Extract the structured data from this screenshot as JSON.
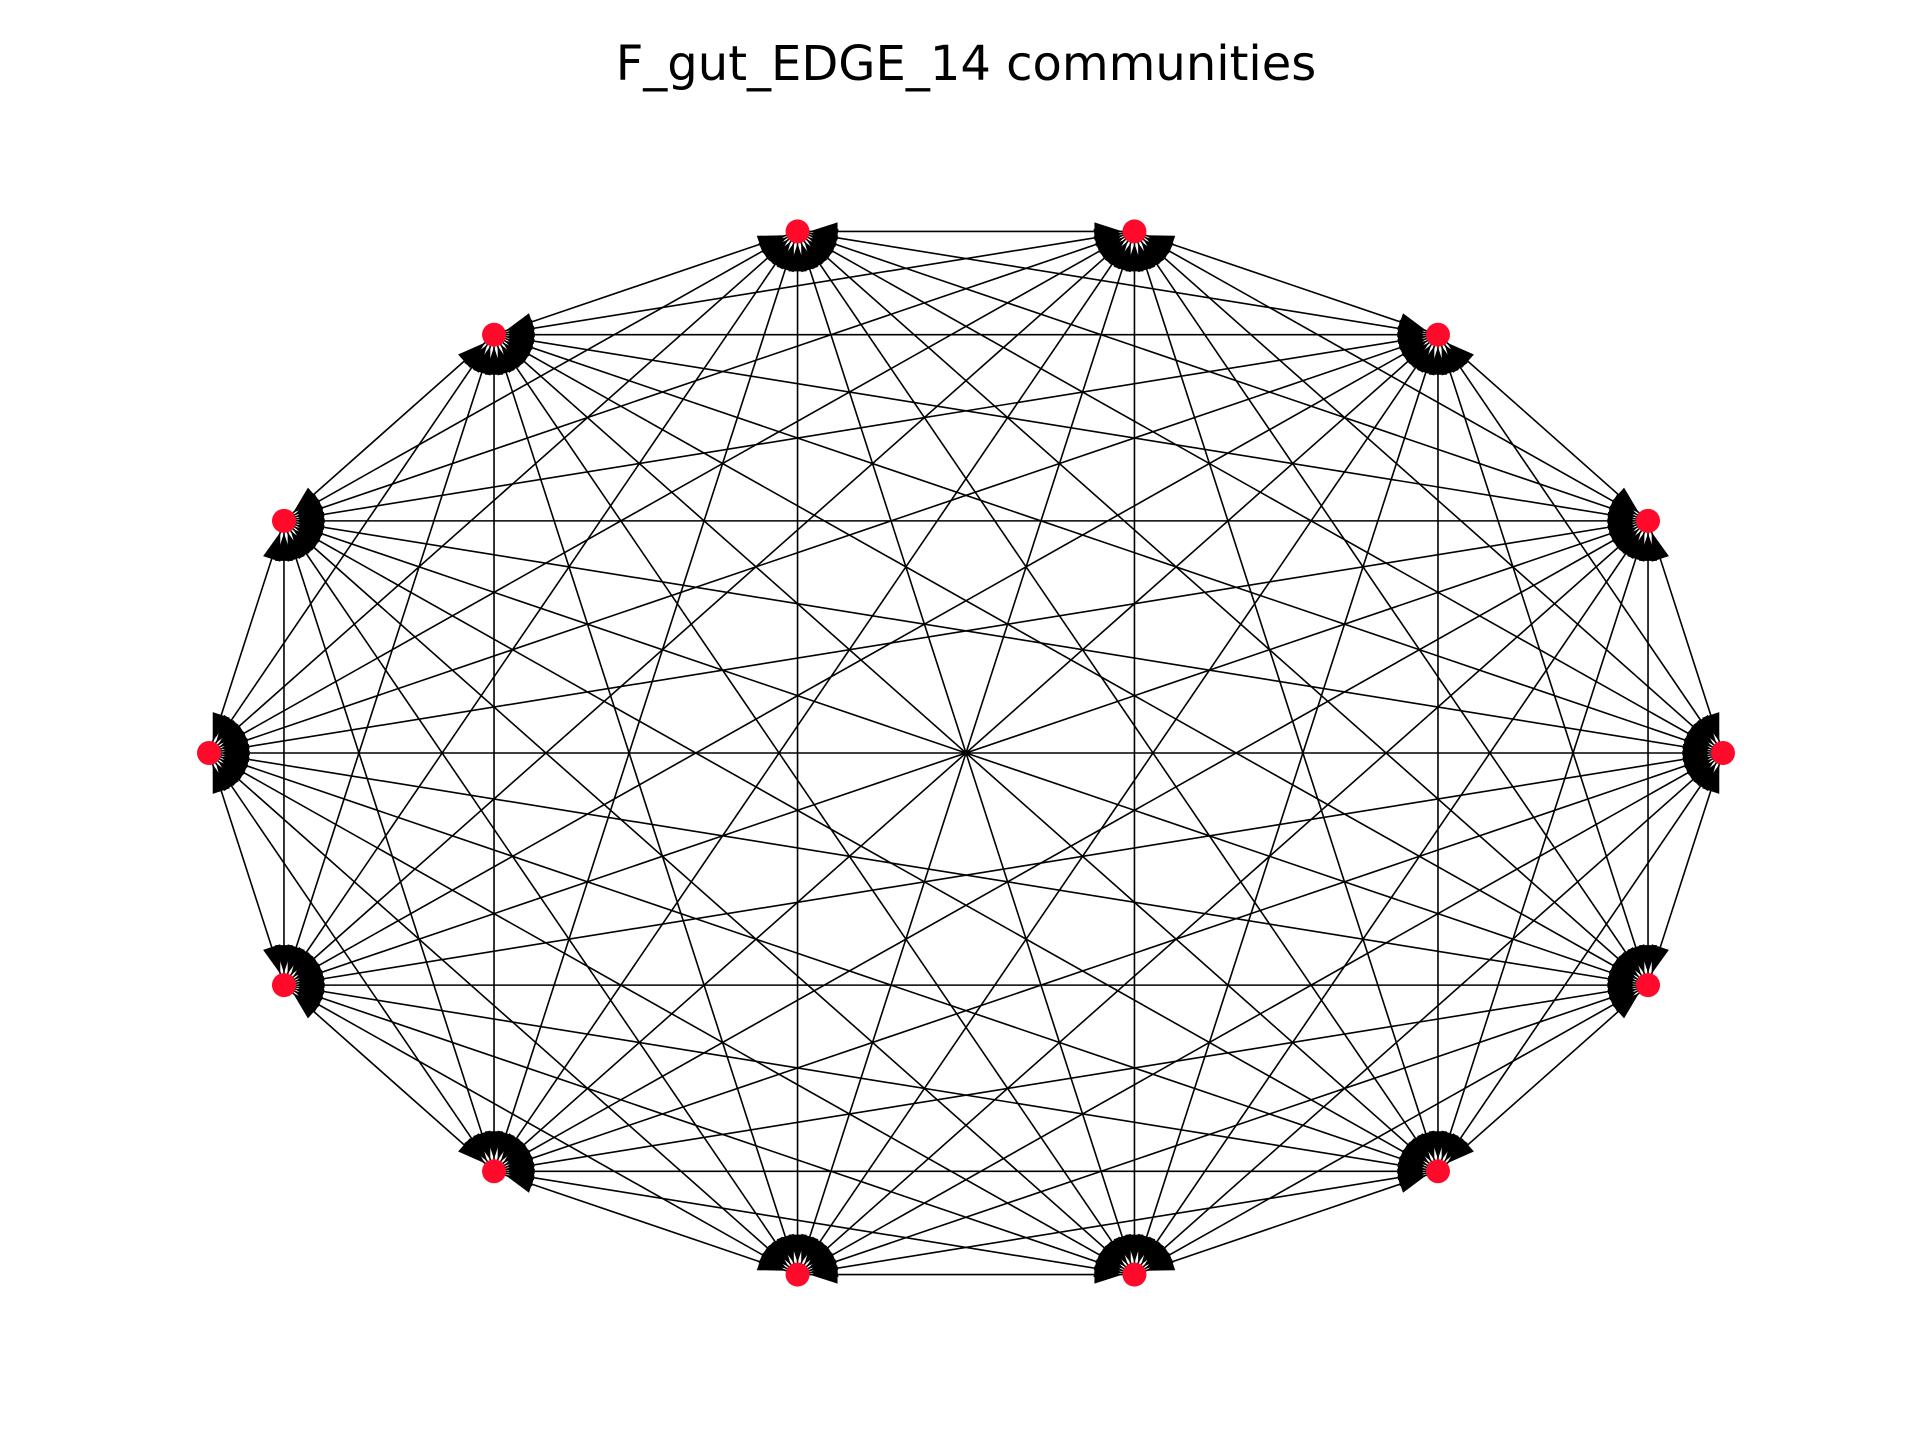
{
  "title": "F_gut_EDGE_14 communities",
  "graph": {
    "layout": "circular",
    "directed": true,
    "complete": true,
    "node_count": 14,
    "node_color": "#ff0a2a",
    "edge_color": "#000000",
    "arrow_color": "#000000",
    "background": "#ffffff"
  }
}
